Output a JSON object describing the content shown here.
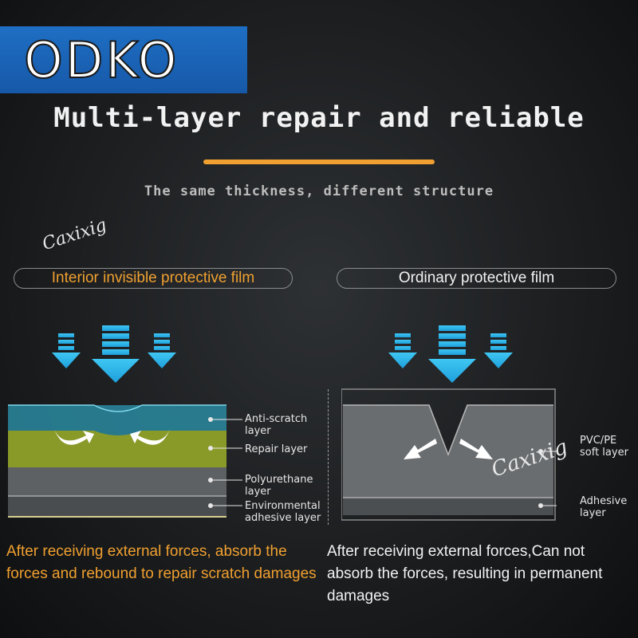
{
  "logo": {
    "text": "ODKO"
  },
  "header": {
    "title": "Multi-layer repair and reliable",
    "subtitle": "The same thickness, different structure"
  },
  "watermark": {
    "text": "Caxixig"
  },
  "left_panel": {
    "heading": "Interior invisible protective film",
    "layers": [
      {
        "label": "Anti-scratch layer",
        "color": "#2a8aa0"
      },
      {
        "label": "Repair layer",
        "color": "#8a9a28"
      },
      {
        "label": "Polyurethane layer",
        "color": "#5e6164"
      },
      {
        "label": "Environmental adhesive layer",
        "color": "#4a4d50"
      }
    ],
    "description": "After receiving external forces, absorb the forces and rebound to repair scratch damages"
  },
  "right_panel": {
    "heading": "Ordinary protective film",
    "layers": [
      {
        "label": "PVC/PE soft layer",
        "color": "#6a6d70"
      },
      {
        "label": "Adhesive layer",
        "color": "#4c4f52"
      }
    ],
    "description": "After receiving external forces,Can not absorb the forces, resulting in permanent damages"
  },
  "colors": {
    "accent_orange": "#f0a030",
    "arrow_blue": "#29b6e8",
    "logo_blue": "#1e6fc4"
  }
}
